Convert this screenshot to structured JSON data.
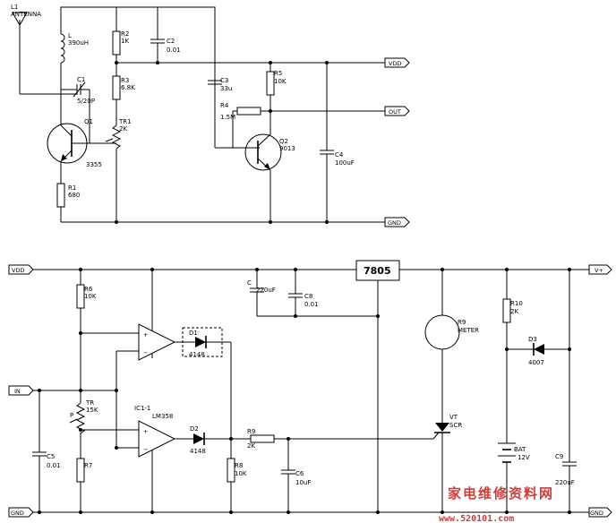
{
  "top": {
    "antenna_ref": "L1",
    "antenna_name": "ANTENNA",
    "L": {
      "ref": "L",
      "value": "390uH"
    },
    "C1": {
      "ref": "C1",
      "value": "5/20P"
    },
    "Q1": {
      "ref": "Q1",
      "value": "3355"
    },
    "R1": {
      "ref": "R1",
      "value": "680"
    },
    "R2": {
      "ref": "R2",
      "value": "1K"
    },
    "R3": {
      "ref": "R3",
      "value": "6.8K"
    },
    "TR1": {
      "ref": "TR1",
      "value": "2K"
    },
    "C2": {
      "ref": "C2",
      "value": "0.01"
    },
    "C3": {
      "ref": "C3",
      "value": "33u"
    },
    "R4": {
      "ref": "R4",
      "value": "1.5M"
    },
    "R5": {
      "ref": "R5",
      "value": "10K"
    },
    "Q2": {
      "ref": "Q2",
      "value": "9013"
    },
    "C4": {
      "ref": "C4",
      "value": "100uF"
    },
    "vdd": "VDD",
    "out": "OUT",
    "gnd": "GND"
  },
  "bottom": {
    "vdd": "VDD",
    "in": "IN",
    "gnd_left": "GND",
    "gnd_right": "GND",
    "vplus": "V+",
    "R6": {
      "ref": "R6",
      "value": "10K"
    },
    "TR": {
      "ref": "TR",
      "value": "15K"
    },
    "P": "P",
    "R7": {
      "ref": "R7",
      "value": ""
    },
    "C5": {
      "ref": "C5",
      "value": "0.01"
    },
    "C": {
      "ref": "C",
      "value": "220uF"
    },
    "C8": {
      "ref": "C8",
      "value": "0.01"
    },
    "reg": "7805",
    "D1": {
      "ref": "D1",
      "value": "4148"
    },
    "D2": {
      "ref": "D2",
      "value": "4148"
    },
    "IC": {
      "ref": "IC1-1",
      "value": "LM358"
    },
    "R8": {
      "ref": "R8",
      "value": "10K"
    },
    "R9": {
      "ref": "R9",
      "value": "2K"
    },
    "C6": {
      "ref": "C6",
      "value": "10uF"
    },
    "meter": {
      "ref": "R9",
      "value": "METER"
    },
    "scr": {
      "ref": "VT",
      "value": "SCR"
    },
    "R10": {
      "ref": "R10",
      "value": "2K"
    },
    "D3": {
      "ref": "D3",
      "value": "4007"
    },
    "bat": {
      "ref": "BAT",
      "value": "12V"
    },
    "C9": {
      "ref": "C9",
      "value": "220uF"
    }
  },
  "watermark": {
    "cn": "家电维修资料网",
    "url": "www.520101.com"
  }
}
